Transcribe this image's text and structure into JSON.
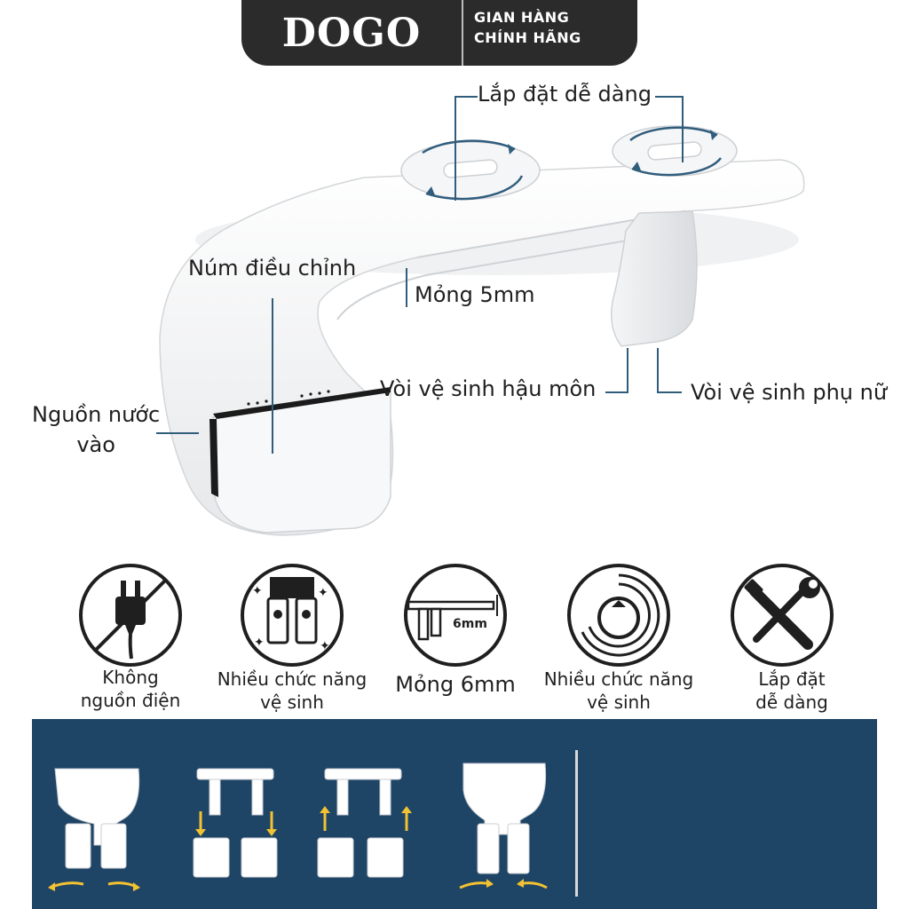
{
  "header": {
    "brand": "DOGO",
    "badge_line1": "GIAN HÀNG",
    "badge_line2": "CHÍNH HÃNG"
  },
  "callouts": {
    "easy_install": "Lắp đặt dễ dàng",
    "adjust_knob": "Núm điều chỉnh",
    "thin": "Mỏng 5mm",
    "water_in_line1": "Nguồn nước",
    "water_in_line2": "vào",
    "rear_nozzle": "Vòi vệ sinh hậu môn",
    "front_nozzle": "Vòi vệ sinh phụ nữ"
  },
  "features": [
    {
      "line1": "Không",
      "line2": "nguồn điện",
      "icon": "no-power-plug-icon"
    },
    {
      "line1": "Nhiều chức năng",
      "line2": "vệ sinh",
      "icon": "dual-nozzle-icon"
    },
    {
      "line1": "Mỏng 6mm",
      "line2": "",
      "icon": "thin-profile-icon",
      "dimension": "6mm"
    },
    {
      "line1": "Nhiều chức năng",
      "line2": "vệ sinh",
      "icon": "spiral-knob-icon"
    },
    {
      "line1": "Lắp đặt",
      "line2": "dễ dàng",
      "icon": "tools-icon"
    }
  ],
  "colors": {
    "badge": "#2b2b2b",
    "accent_line": "#315d7d",
    "panel": "#1e4466",
    "arrow": "#f2c232"
  }
}
